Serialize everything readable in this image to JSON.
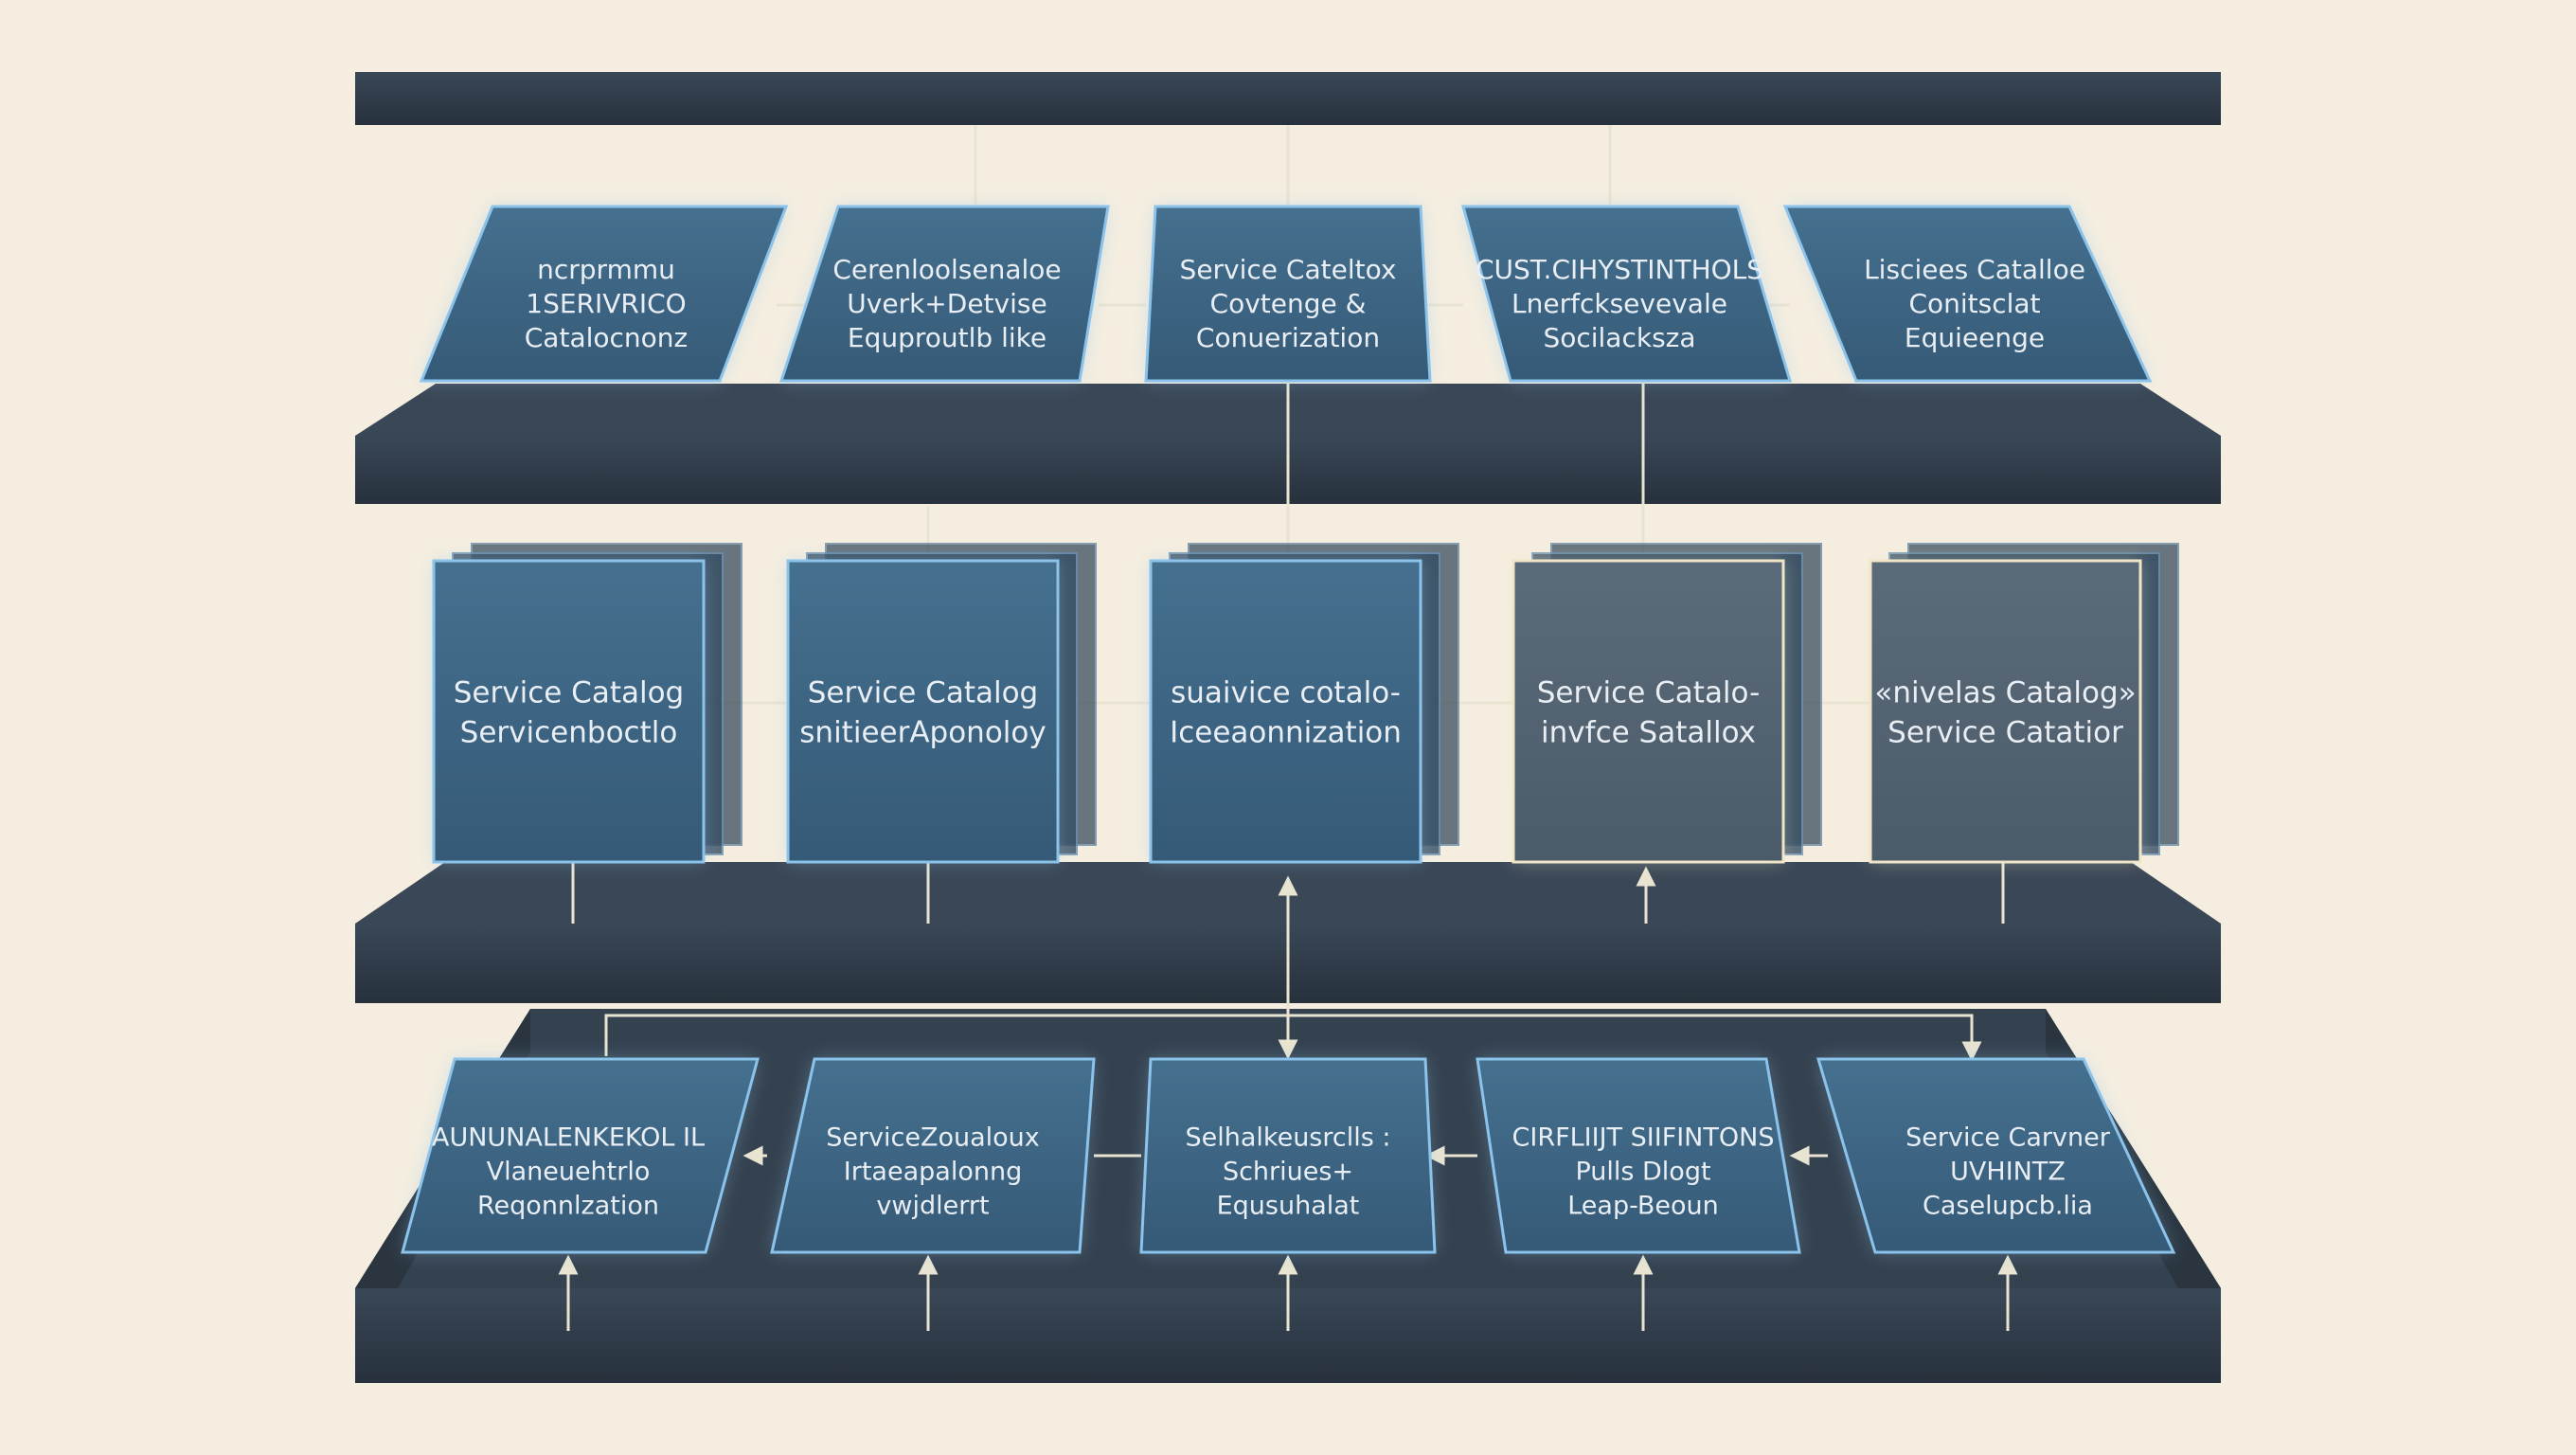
{
  "colors": {
    "background": "#f5eee0",
    "shelf": "#2f3b48",
    "shelf_top": "#3b4958",
    "card_blue": "#3f6787",
    "card_blue_edge": "#8cc3ea",
    "card_warm": "#566777",
    "card_warm_edge": "#efe6c8",
    "connector": "#e9e4d2",
    "text": "#e8eef4"
  },
  "tiers": {
    "top": {
      "cards": [
        {
          "lines": [
            "ncrprmmu",
            "1SERIVRICO",
            "Catalocnonz"
          ]
        },
        {
          "lines": [
            "Cerenloolsenaloe",
            "Uverk+Detvise",
            "Equproutlb like"
          ]
        },
        {
          "lines": [
            "Service Cateltox",
            "Covtenge &",
            "Conuerization"
          ]
        },
        {
          "lines": [
            "CUST.CIHYSTINTHOLS",
            "Lnerfcksevevale",
            "Socilacksza"
          ]
        },
        {
          "lines": [
            "Lisciees Catalloe",
            "Conitsclat",
            "Equieenge"
          ]
        }
      ]
    },
    "middle": {
      "cards": [
        {
          "lines": [
            "Service Catalog",
            "Servicenboctlo"
          ],
          "tone": "blue"
        },
        {
          "lines": [
            "Service Catalog",
            "snitieerAponoloy"
          ],
          "tone": "blue"
        },
        {
          "lines": [
            "suaivice cotalo-",
            "Iceeaonnization"
          ],
          "tone": "blue"
        },
        {
          "lines": [
            "Service Catalo-",
            "invfce Satallox"
          ],
          "tone": "warm"
        },
        {
          "lines": [
            "«nivelas Catalog»",
            "Service Catatior"
          ],
          "tone": "warm"
        }
      ]
    },
    "bottom": {
      "cards": [
        {
          "lines": [
            "AUNUNALENKEKOL IL",
            "Vlaneuehtrlo",
            "Reqonnlzation"
          ]
        },
        {
          "lines": [
            "ServiceZoualoux",
            "Irtaeapalonng",
            "vwjdlerrt"
          ]
        },
        {
          "lines": [
            "Selhalkeusrclls :",
            "Schriues+",
            "Equsuhalat"
          ]
        },
        {
          "lines": [
            "CIRFLIIJT SIIFINTONS",
            "Pulls Dlogt",
            "Leap-Beoun"
          ]
        },
        {
          "lines": [
            "Service Carvner",
            "UVHINTZ",
            "Caselupcb.lia"
          ]
        }
      ]
    }
  }
}
